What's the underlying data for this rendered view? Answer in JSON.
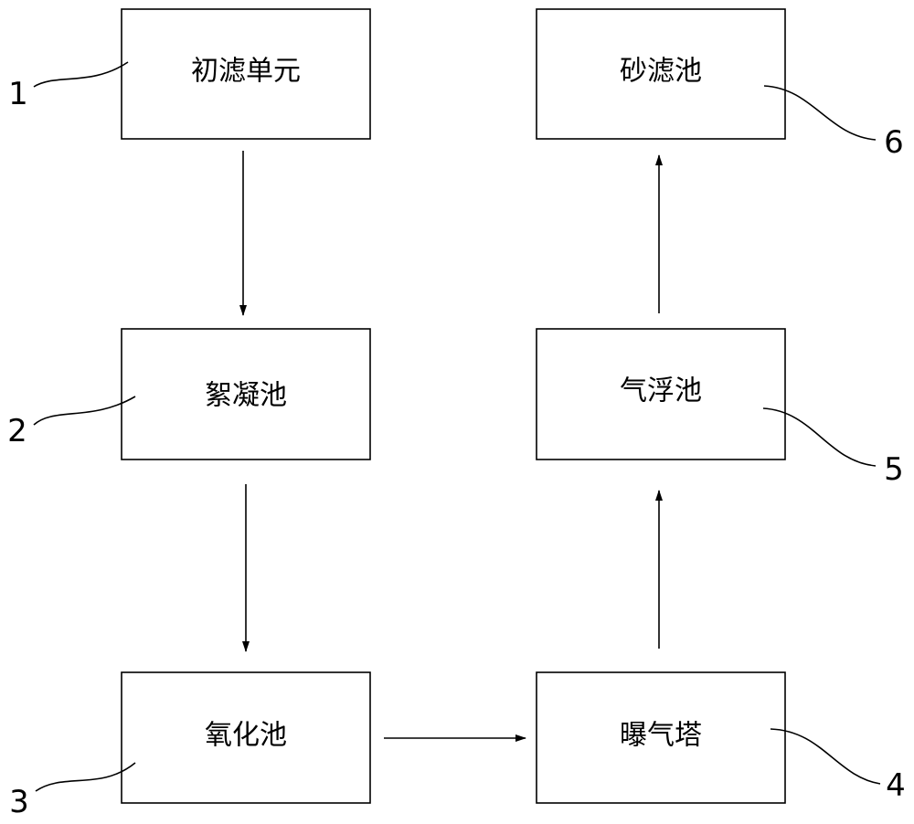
{
  "nodes": [
    {
      "id": "initial-filter",
      "label": "初滤单元",
      "ref": "1"
    },
    {
      "id": "flocculation",
      "label": "絮凝池",
      "ref": "2"
    },
    {
      "id": "oxidation",
      "label": "氧化池",
      "ref": "3"
    },
    {
      "id": "aeration",
      "label": "曝气塔",
      "ref": "4"
    },
    {
      "id": "air-flotation",
      "label": "气浮池",
      "ref": "5"
    },
    {
      "id": "sand-filter",
      "label": "砂滤池",
      "ref": "6"
    }
  ],
  "flows": [
    {
      "from": "initial-filter",
      "to": "flocculation"
    },
    {
      "from": "flocculation",
      "to": "oxidation"
    },
    {
      "from": "oxidation",
      "to": "aeration"
    },
    {
      "from": "aeration",
      "to": "air-flotation"
    },
    {
      "from": "air-flotation",
      "to": "sand-filter"
    }
  ]
}
